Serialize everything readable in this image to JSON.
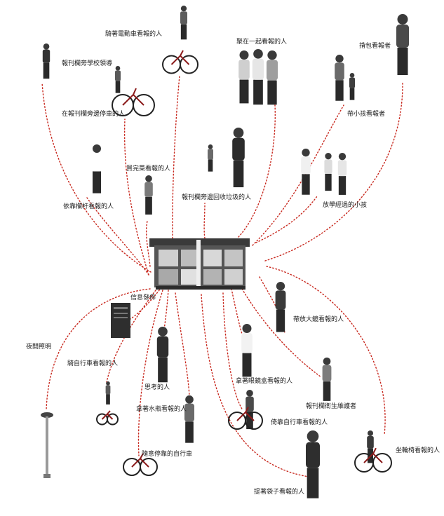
{
  "diagram": {
    "center": {
      "icon": "newsstand-kiosk"
    },
    "link_color": "#c8281e",
    "labels": {
      "school_leader": "報刊欄旁學校領導",
      "ebike_reader": "騎著電動車看報的人",
      "gathered": "聚在一起看報的人",
      "backpack": "揹包看報者",
      "parked": "在報刊欄旁邊停車的人",
      "with_kids": "帶小孩看報者",
      "railing": "依靠欄杆看報的人",
      "groceries": "買完菜看報的人",
      "garbage": "報刊欄旁邊回收垃圾的人",
      "students": "放學經過的小孩",
      "info": "信息發佈",
      "magnifier": "帶放大鏡看報的人",
      "night_light": "夜間照明",
      "bike_reader": "騎自行車看報的人",
      "glasses_case": "拿著眼鏡盒看報的人",
      "thinking": "思考的人",
      "maintainer": "報刊欄衛生維護者",
      "water_cup": "拿著水瓶看報的人",
      "lean_bike": "倚靠自行車看報的人",
      "wheelchair": "坐輪椅看報的人",
      "random_bike": "隨意停靠的自行車",
      "bag_carrier": "提著袋子看報的人"
    }
  }
}
